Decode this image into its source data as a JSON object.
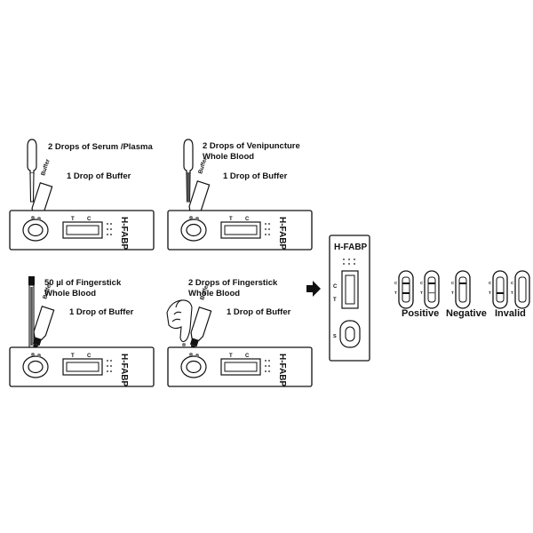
{
  "panels": {
    "serum": {
      "step_line1": "2 Drops of Serum /Plasma",
      "buffer_text": "1 Drop of Buffer"
    },
    "venipuncture": {
      "step_line1": "2 Drops of Venipuncture",
      "step_line2": "Whole Blood",
      "buffer_text": "1 Drop of Buffer"
    },
    "fingerstick_pipette": {
      "step_line1": "50 µl of Fingerstick",
      "step_line2": "Whole Blood",
      "buffer_text": "1 Drop of Buffer"
    },
    "fingerstick_drops": {
      "step_line1": "2 Drops of Fingerstick",
      "step_line2": "Whole Blood",
      "buffer_text": "1 Drop of Buffer"
    }
  },
  "cassette": {
    "brand": "H-FABP",
    "t_label": "T",
    "c_label": "C",
    "s_label": "S",
    "buffer_bottle_label": "Buffer"
  },
  "results": {
    "positive": "Positive",
    "negative": "Negative",
    "invalid": "Invalid"
  },
  "colors": {
    "ink": "#111111",
    "paper": "#ffffff",
    "blood": "#555555"
  }
}
